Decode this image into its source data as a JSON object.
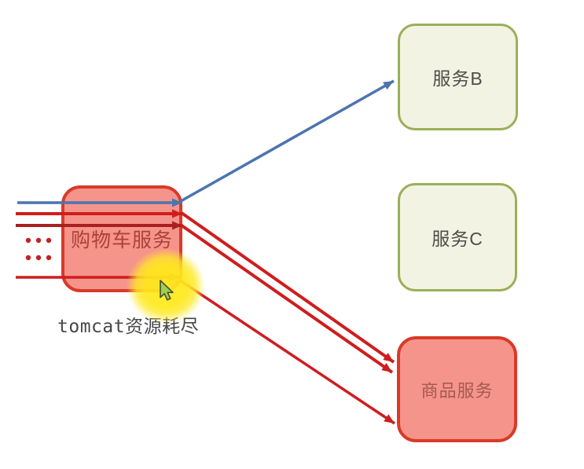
{
  "diagram": {
    "nodes": {
      "cart": {
        "label": "购物车服务",
        "kind": "red-service"
      },
      "service_b": {
        "label": "服务B",
        "kind": "green-service"
      },
      "service_c": {
        "label": "服务C",
        "kind": "green-service"
      },
      "product": {
        "label": "商品服务",
        "kind": "red-service"
      }
    },
    "annotation": {
      "label": "tomcat资源耗尽"
    },
    "edges": [
      {
        "id": "inbound-blue",
        "from": "clients-left",
        "to": "cart",
        "color_key": "blue_line",
        "arrow": true
      },
      {
        "id": "inbound-red-1",
        "from": "clients-left",
        "to": "cart",
        "color_key": "red_line",
        "arrow": true
      },
      {
        "id": "inbound-red-2",
        "from": "clients-left",
        "to": "cart",
        "color_key": "red_line_dark",
        "arrow": true
      },
      {
        "id": "inbound-red-3",
        "from": "clients-left",
        "to": "cart",
        "color_key": "red_line",
        "arrow": true
      },
      {
        "id": "cart-to-service-b",
        "from": "cart",
        "to": "service_b",
        "color_key": "blue_line",
        "arrow": true
      },
      {
        "id": "cart-to-product-1",
        "from": "cart",
        "to": "product",
        "color_key": "red_line",
        "arrow": true
      },
      {
        "id": "cart-to-product-2",
        "from": "cart",
        "to": "product",
        "color_key": "red_line",
        "arrow": true
      },
      {
        "id": "cart-to-product-3",
        "from": "cart",
        "to": "product",
        "color_key": "red_line",
        "arrow": true
      }
    ],
    "ellipsis_dots": {
      "rows": 2,
      "cols": 3,
      "meaning": "more incoming requests"
    },
    "overlay": {
      "highlight": "yellow spotlight circle over cart box corner",
      "cursor": "green mouse pointer"
    }
  },
  "colors": {
    "node_red_fill": "#f5948b",
    "node_red_border": "#d93a28",
    "node_red_text": "#ad4136",
    "product_text": "#a55a50",
    "node_green_fill": "#f3f3e3",
    "node_green_border": "#9ab058",
    "node_green_text": "#4c4c4c",
    "blue_line": "#4d74ae",
    "red_line": "#cf1d1d",
    "red_line_dark": "#a82020",
    "dot": "#c42222",
    "annotation_text": "#474747",
    "highlight": "#ffe81c",
    "cursor_fill": "#9ed04e",
    "cursor_stroke": "#44503a"
  }
}
